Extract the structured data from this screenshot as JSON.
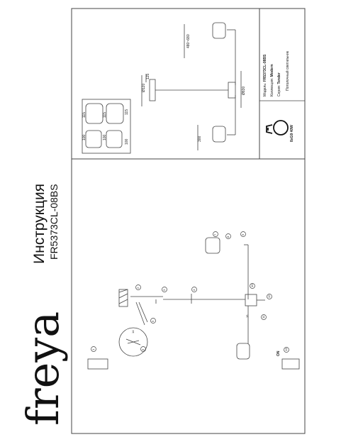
{
  "brand": {
    "name": "freya"
  },
  "header": {
    "title": "Инструкция",
    "model": "FR5373CL-08BS"
  },
  "info_panel": {
    "rows": [
      {
        "label": "Модель:",
        "value": "FR5373CL-08BS"
      },
      {
        "label": "Коллекция:",
        "value": "Modern"
      },
      {
        "label": "Серия:",
        "value": "Tender"
      },
      {
        "label": "",
        "value": "Потолочный светильник"
      }
    ],
    "bulb": {
      "label": "8xG9 40W"
    }
  },
  "dimensions": {
    "span_top": "480~680",
    "canopy_diam": "Ø120",
    "canopy_height": "125",
    "overall_diam": "Ø830",
    "bottom": "300",
    "shade_w1": "115",
    "shade_w2": "115",
    "shade_h1": "115",
    "shade_b1": "100",
    "shade_b2": "100",
    "shade_h2": "100"
  },
  "assembly": {
    "steps": [
      "1",
      "2",
      "3",
      "4",
      "5",
      "6",
      "7",
      "8",
      "9",
      "10",
      "11",
      "12",
      "13",
      "14",
      "15"
    ],
    "switch_label": "ON"
  },
  "colors": {
    "line": "#444444",
    "accent": "#111111"
  }
}
